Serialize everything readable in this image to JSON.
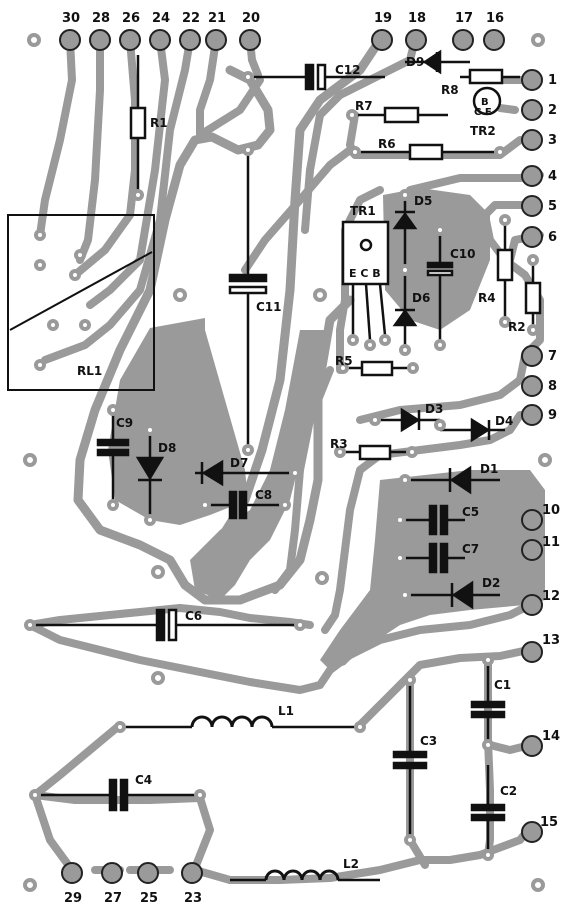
{
  "board": {
    "pin_labels": {
      "p30": "30",
      "p28": "28",
      "p26": "26",
      "p24": "24",
      "p22": "22",
      "p21": "21",
      "p20": "20",
      "p19": "19",
      "p18": "18",
      "p17": "17",
      "p16": "16",
      "p1": "1",
      "p2": "2",
      "p3": "3",
      "p4": "4",
      "p5": "5",
      "p6": "6",
      "p7": "7",
      "p8": "8",
      "p9": "9",
      "p10": "10",
      "p11": "11",
      "p12": "12",
      "p13": "13",
      "p14": "14",
      "p15": "15",
      "p29": "29",
      "p27": "27",
      "p25": "25",
      "p23": "23"
    },
    "component_labels": {
      "R1": "R1",
      "R2": "R2",
      "R3": "R3",
      "R4": "R4",
      "R5": "R5",
      "R6": "R6",
      "R7": "R7",
      "R8": "R8",
      "C1": "C1",
      "C2": "C2",
      "C3": "C3",
      "C4": "C4",
      "C5": "C5",
      "C6": "C6",
      "C7": "C7",
      "C8": "C8",
      "C9": "C9",
      "C10": "C10",
      "C11": "C11",
      "C12": "C12",
      "D1": "D1",
      "D2": "D2",
      "D3": "D3",
      "D4": "D4",
      "D5": "D5",
      "D6": "D6",
      "D7": "D7",
      "D8": "D8",
      "D9": "D9",
      "L1": "L1",
      "L2": "L2",
      "TR1": "TR1",
      "TR2": "TR2",
      "RL1": "RL1"
    },
    "transistor_pins": {
      "tr1": "E C B",
      "tr2_b": "B",
      "tr2_ce": "C E"
    }
  }
}
